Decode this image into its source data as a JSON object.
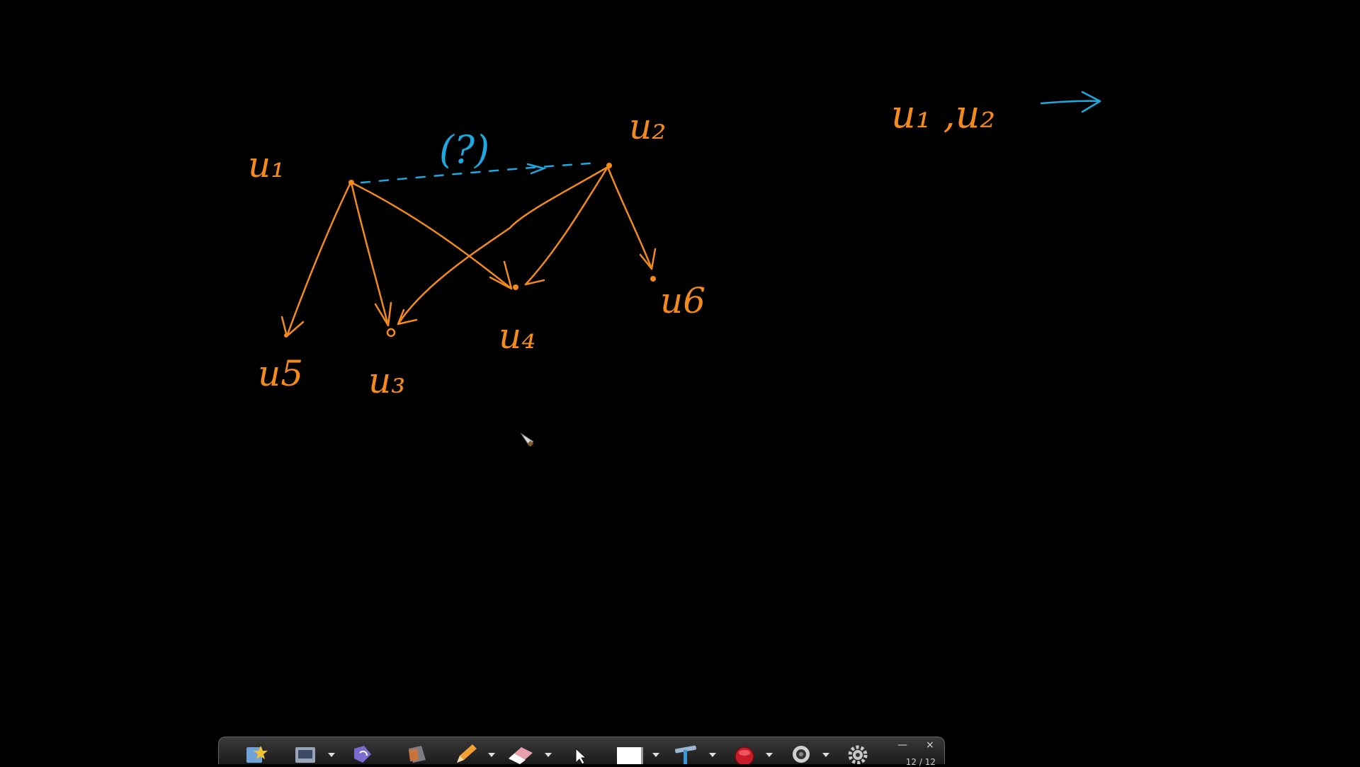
{
  "whiteboard": {
    "nodes": {
      "u1": "u₁",
      "u2": "u₂",
      "u3": "u₃",
      "u4": "u₄",
      "u5": "u5",
      "u6": "u6"
    },
    "question_mark": "(?)",
    "note_text": "u₁ ,u₂"
  },
  "colors": {
    "background": "#000000",
    "orange_ink": "#f28a1e",
    "blue_ink": "#1fa8e0",
    "toolbar_bg": "#2a2a2a"
  },
  "toolbar": {
    "tools": [
      "gallery-icon",
      "screen-capture-icon",
      "undo-icon",
      "pages-icon",
      "pen-icon",
      "eraser-icon",
      "pointer-icon",
      "background-icon",
      "highlighter-icon",
      "record-icon",
      "webcam-icon",
      "settings-icon"
    ],
    "minimize": "—",
    "close": "×",
    "page_counter": "12 / 12"
  }
}
